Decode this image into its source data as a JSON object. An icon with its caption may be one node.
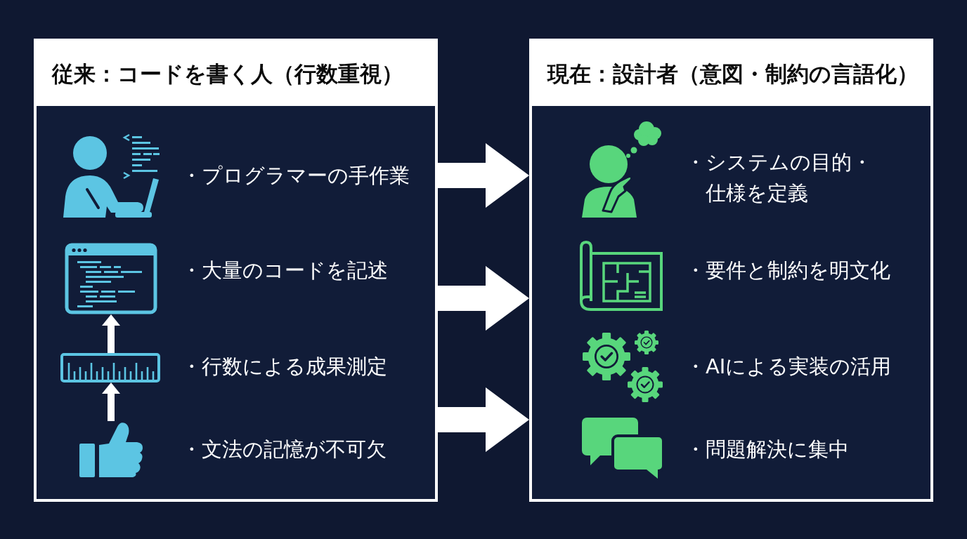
{
  "diagram": {
    "nodes": [
      {
        "text": [
          "従来：コードを書く人（行数重視）",
          "・プログラマーの手作業",
          "・大量のコードを記述",
          "・行数による成果測定",
          "・文法の記憶が不可欠"
        ]
      },
      {
        "text": [],
        "shape": "picture",
        "in": 0
      },
      {
        "text": [],
        "shape": "picture",
        "in": 0
      },
      {
        "text": [],
        "shape": "picture",
        "in": 0
      },
      {
        "text": [
          "現在：設計者（意図・制約の言語化）",
          "・システムの目的・仕様を定義",
          "・要件と制約を明文化",
          "・AIによる実装の活用",
          "・問題解決に集中"
        ]
      }
    ],
    "edges": [
      {
        "from": 2,
        "to": 1,
        "arrow": "to"
      },
      {
        "from": 3,
        "to": 2,
        "arrow": "to"
      },
      {
        "from": 0,
        "to": 4,
        "arrow": "to"
      },
      {
        "from": 0,
        "to": 4,
        "arrow": "to"
      },
      {
        "from": 0,
        "to": 4,
        "arrow": "to"
      }
    ]
  }
}
